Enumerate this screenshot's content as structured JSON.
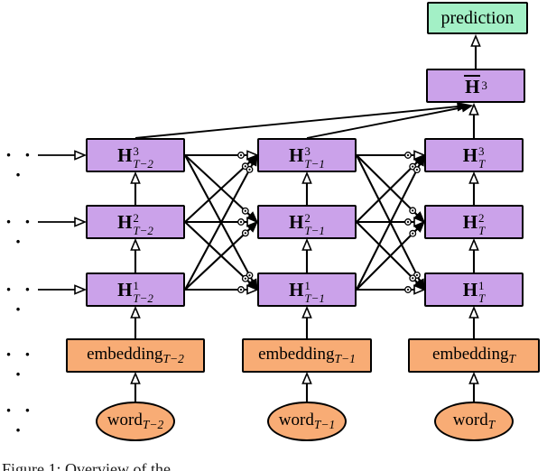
{
  "diagram": {
    "prediction": "prediction",
    "hbar": {
      "base": "H",
      "sup": "3"
    },
    "ellipsis": "· · ·",
    "columns": [
      {
        "h3": {
          "base": "H",
          "sup": "3",
          "sub": "T−2"
        },
        "h2": {
          "base": "H",
          "sup": "2",
          "sub": "T−2"
        },
        "h1": {
          "base": "H",
          "sup": "1",
          "sub": "T−2"
        },
        "embedding": {
          "base": "embedding",
          "sub": "T−2"
        },
        "word": {
          "base": "word",
          "sub": "T−2"
        }
      },
      {
        "h3": {
          "base": "H",
          "sup": "3",
          "sub": "T−1"
        },
        "h2": {
          "base": "H",
          "sup": "2",
          "sub": "T−1"
        },
        "h1": {
          "base": "H",
          "sup": "1",
          "sub": "T−1"
        },
        "embedding": {
          "base": "embedding",
          "sub": "T−1"
        },
        "word": {
          "base": "word",
          "sub": "T−1"
        }
      },
      {
        "h3": {
          "base": "H",
          "sup": "3",
          "sub": "T"
        },
        "h2": {
          "base": "H",
          "sup": "2",
          "sub": "T"
        },
        "h1": {
          "base": "H",
          "sup": "1",
          "sub": "T"
        },
        "embedding": {
          "base": "embedding",
          "sub": "T"
        },
        "word": {
          "base": "word",
          "sub": "T"
        }
      }
    ],
    "colors": {
      "hidden_box": "#CBA2EA",
      "input_box": "#F8AC75",
      "prediction_box": "#A3F0C6",
      "stroke": "#000000"
    }
  },
  "caption": {
    "text": "Figure 1: Overview of the"
  }
}
